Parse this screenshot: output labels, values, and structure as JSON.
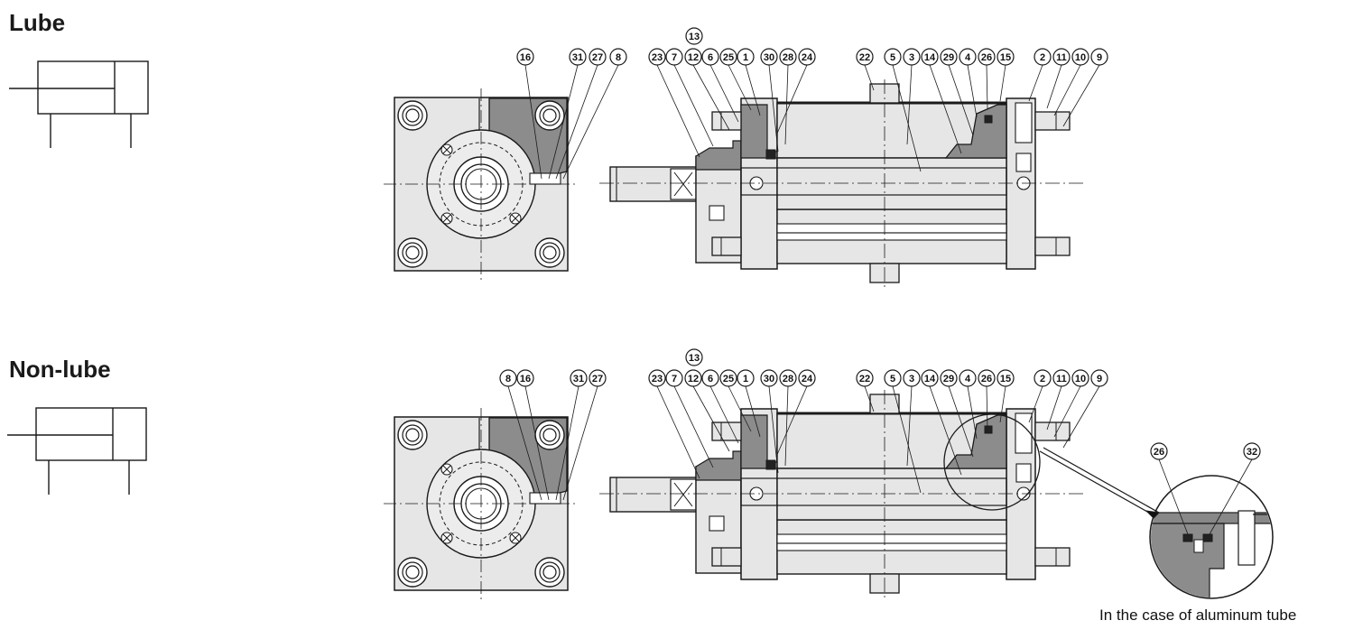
{
  "sections": [
    {
      "title": "Lube",
      "callouts_left": [
        "16",
        "31",
        "27",
        "8"
      ],
      "callouts_right": [
        "13",
        "23",
        "7",
        "12",
        "6",
        "25",
        "1",
        "30",
        "28",
        "24",
        "22",
        "5",
        "3",
        "14",
        "29",
        "4",
        "26",
        "15",
        "2",
        "11",
        "10",
        "9"
      ]
    },
    {
      "title": "Non-lube",
      "callouts_left": [
        "8",
        "16",
        "31",
        "27"
      ],
      "callouts_right": [
        "13",
        "23",
        "7",
        "12",
        "6",
        "25",
        "1",
        "30",
        "28",
        "24",
        "22",
        "5",
        "3",
        "14",
        "29",
        "4",
        "26",
        "15",
        "2",
        "11",
        "10",
        "9"
      ]
    }
  ],
  "detail": {
    "callouts": [
      "26",
      "32"
    ],
    "caption": "In the case of aluminum tube"
  },
  "colors": {
    "line": "#1a1a1a",
    "body_fill": "#e6e6e6",
    "section_fill": "#8c8c8c"
  }
}
